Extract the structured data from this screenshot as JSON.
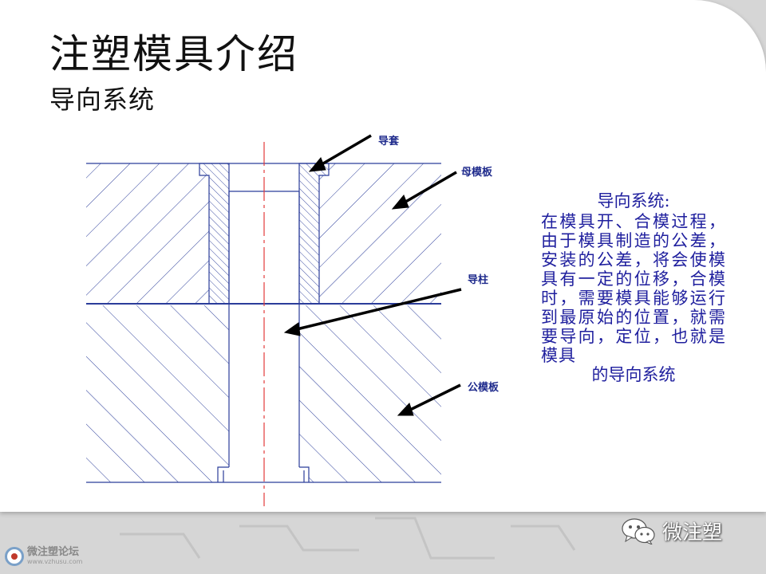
{
  "slide": {
    "title": "注塑模具介绍",
    "subtitle": "导向系统"
  },
  "diagram": {
    "labels": {
      "guide_bushing": "导套",
      "cavity_plate": "母模板",
      "guide_pin": "导柱",
      "core_plate": "公模板"
    },
    "colors": {
      "outline": "#2b3d9a",
      "hatch": "#2b3d9a",
      "centerline": "#e23b3b",
      "arrow": "#000000"
    }
  },
  "description": {
    "heading": "导向系统:",
    "body": "在模具开、合模过程，由于模具制造的公差，安装的公差，将会使模具有一定的位移，合模时，需要模具能够运行到最原始的位置，就需要导向，定位，也就是模具",
    "tail": "的导向系统"
  },
  "footer": {
    "forum_name": "微注塑论坛",
    "forum_url": "www.vzhusu.com",
    "wechat_name": "微注塑"
  }
}
